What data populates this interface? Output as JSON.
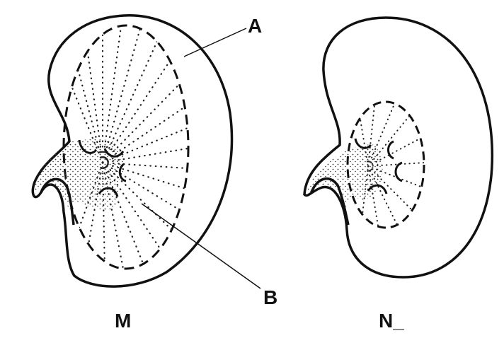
{
  "labels": {
    "a": "A",
    "b": "B",
    "m": "M",
    "n": "N_"
  },
  "colors": {
    "stroke": "#111111",
    "background": "#ffffff",
    "speckle": "#333333"
  }
}
